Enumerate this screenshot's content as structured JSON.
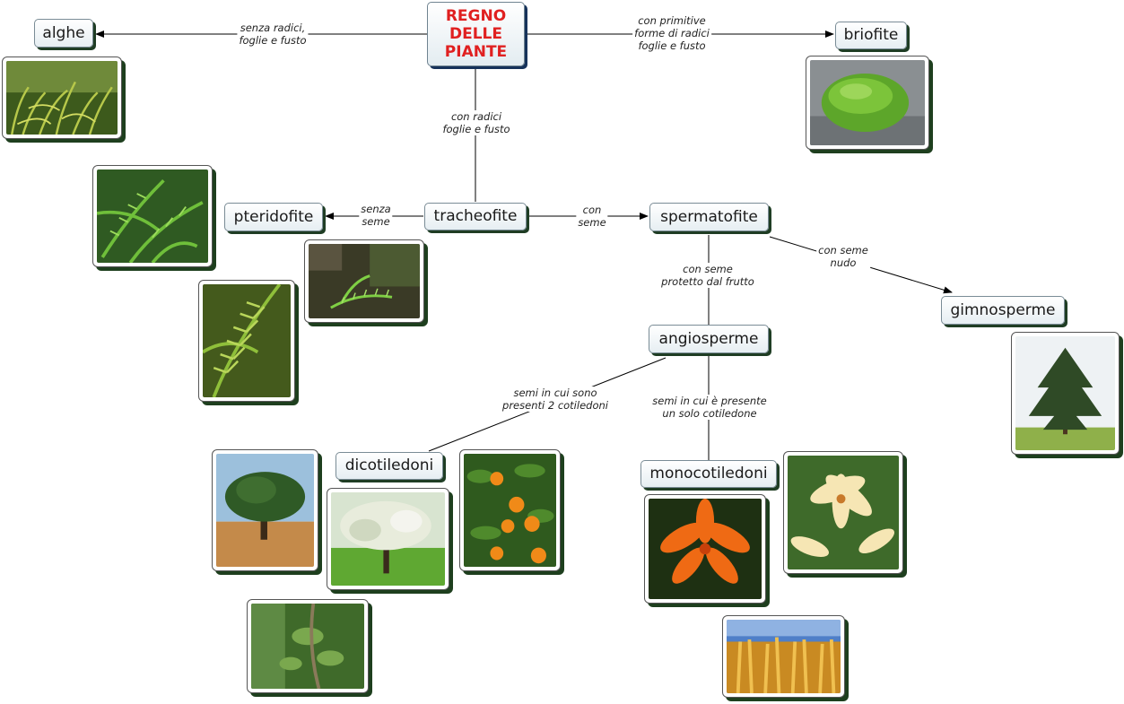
{
  "root": {
    "label": "REGNO\nDELLE\nPIANTE"
  },
  "nodes": {
    "alghe": "alghe",
    "briofite": "briofite",
    "tracheofite": "tracheofite",
    "pteridofite": "pteridofite",
    "spermatofite": "spermatofite",
    "gimnosperme": "gimnosperme",
    "angiosperme": "angiosperme",
    "dicotiledoni": "dicotiledoni",
    "monocotiledoni": "monocotiledoni"
  },
  "links": {
    "to_alghe": "senza radici,\nfoglie e fusto",
    "to_briofite": "con primitive\nforme di radici\nfoglie e fusto",
    "to_tracheofite": "con radici\nfoglie e fusto",
    "to_pteridofite": "senza\nseme",
    "to_spermatofite": "con\nseme",
    "to_gimnosperme": "con seme\nnudo",
    "to_angiosperme": "con seme\nprotetto dal frutto",
    "to_dicotiledoni": "semi in cui sono\npresenti 2 cotiledoni",
    "to_monocotiledoni": "semi in cui è presente\nun solo cotiledone"
  },
  "colors": {
    "root_text": "#e02020",
    "node_border": "#7a8c96",
    "node_shadow": "#1f3d24",
    "line": "#000000"
  }
}
